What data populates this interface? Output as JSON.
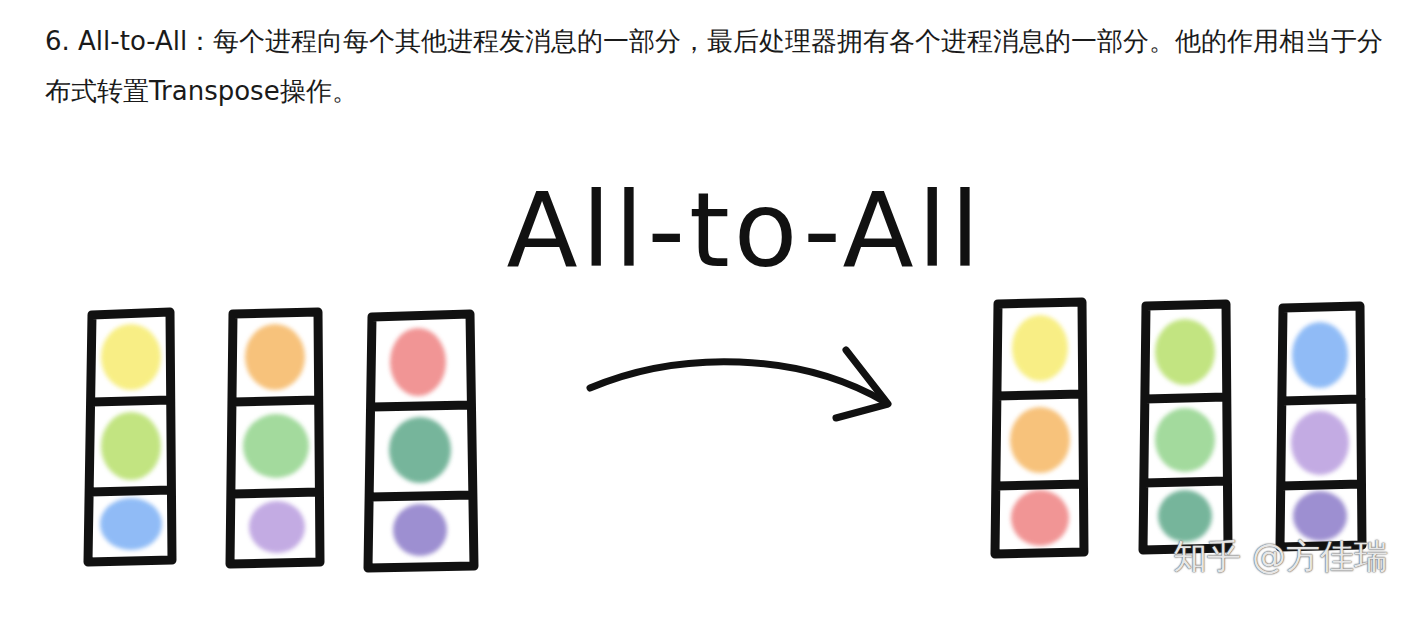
{
  "diagram": {
    "title": "6. All-to-All：每个进程向每个其他进程发消息的一部分，最后处理器拥有各个进程消息的一部分。他的作用相当于分布式转置Transpose操作。",
    "labels": [
      "All-to-All",
      "知乎 @方佳瑞"
    ]
  }
}
